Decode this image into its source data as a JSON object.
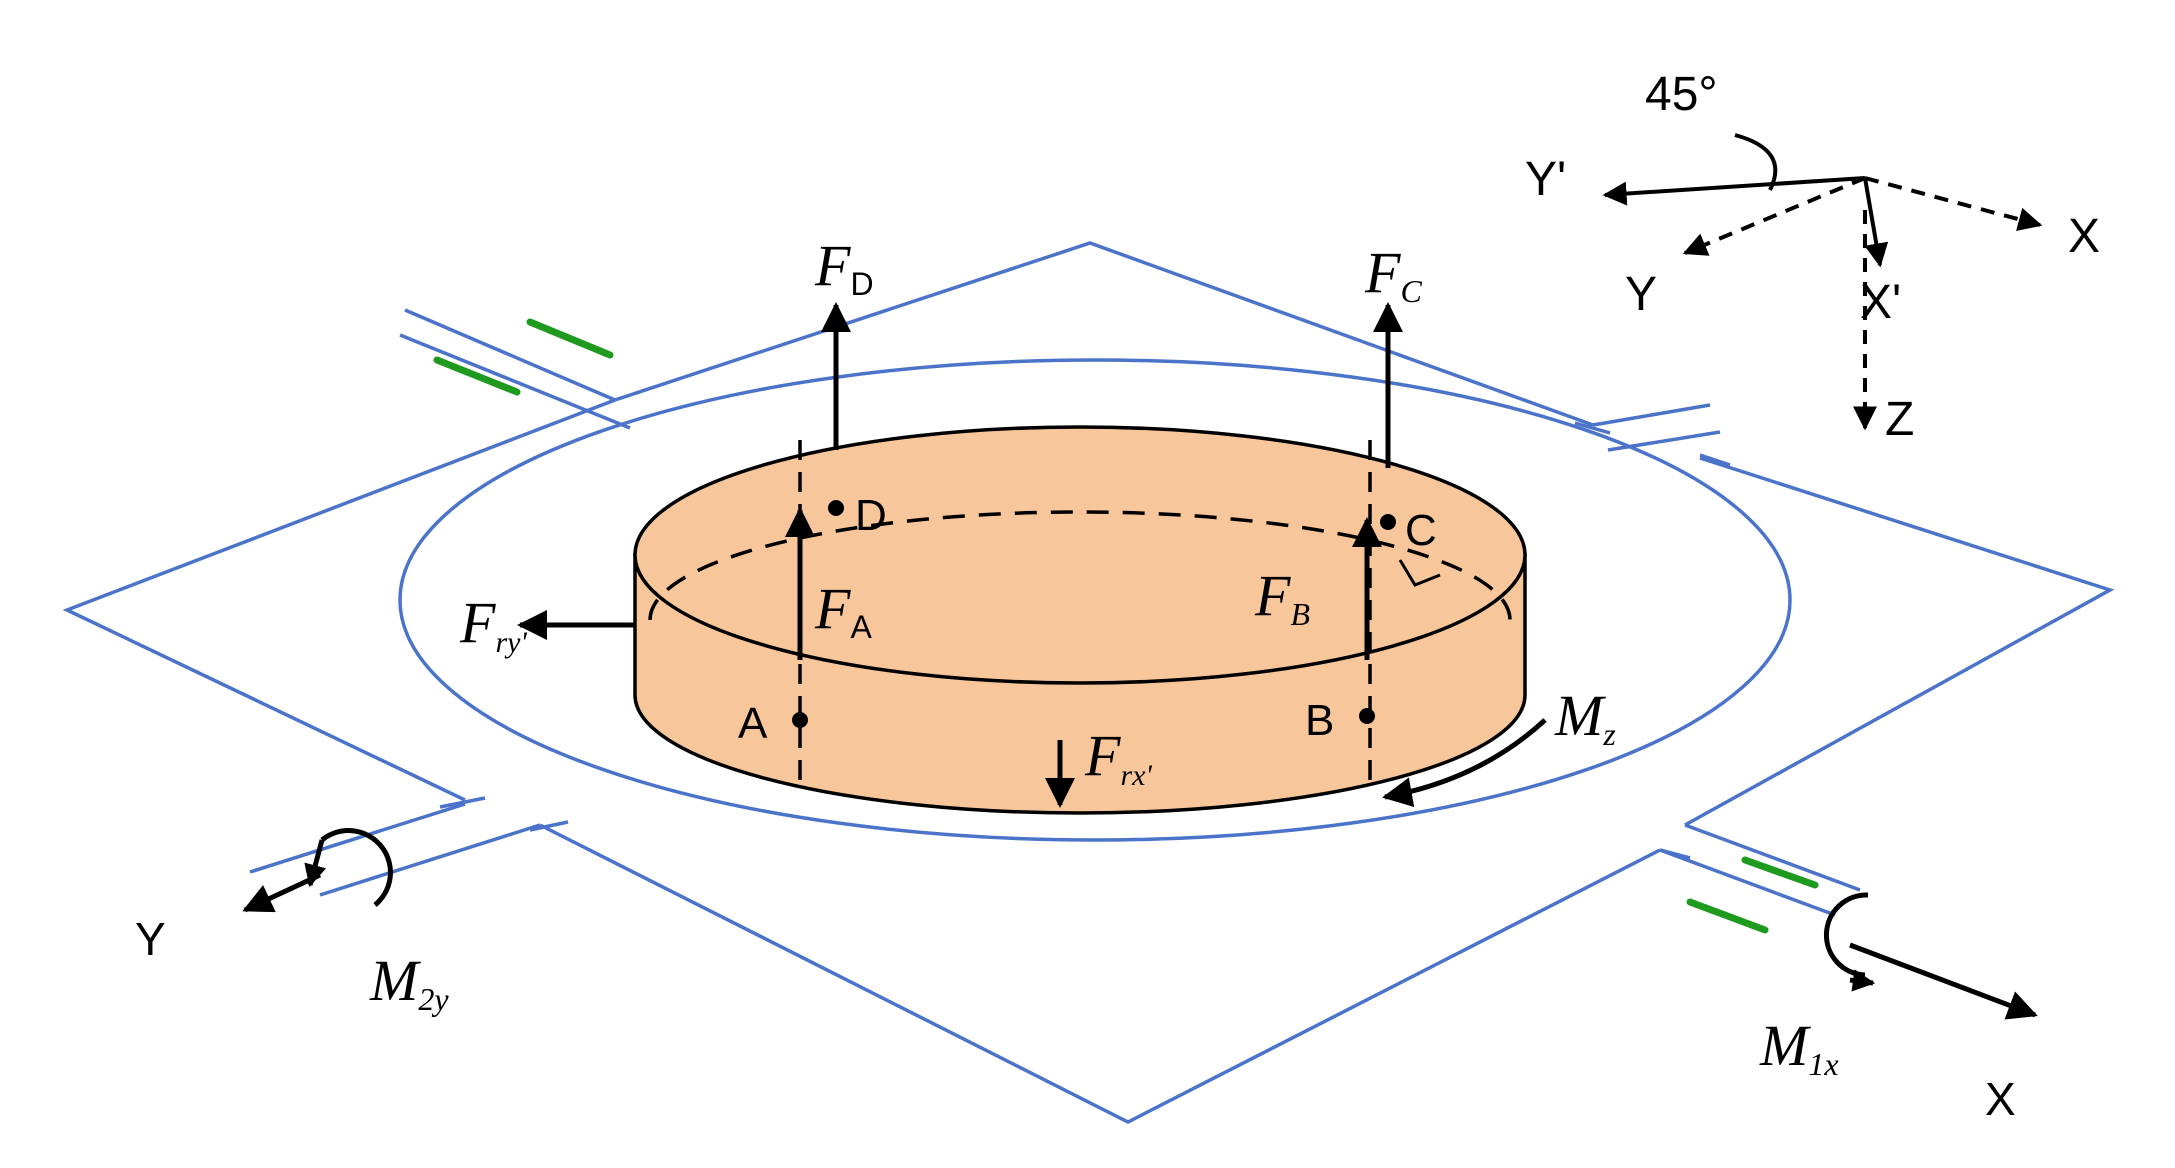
{
  "colors": {
    "frame": "#4a73c9",
    "disk_fill": "#f7c79b",
    "stroke": "#000000",
    "tick": "#1e9a1e"
  },
  "axes_inset": {
    "angle": "45°",
    "y_prime": "Y'",
    "x": "X",
    "y": "Y",
    "x_prime": "X'",
    "z": "Z"
  },
  "points": {
    "a": "A",
    "b": "B",
    "c": "C",
    "d": "D"
  },
  "forces": {
    "fd": {
      "main": "F",
      "sub": "D"
    },
    "fc": {
      "main": "F",
      "sub": "C"
    },
    "fa": {
      "main": "F",
      "sub": "A"
    },
    "fb": {
      "main": "F",
      "sub": "B"
    },
    "fry": {
      "main": "F",
      "sub": "ry'"
    },
    "frx": {
      "main": "F",
      "sub": "rx'"
    }
  },
  "moments": {
    "mz": {
      "main": "M",
      "sub": "z"
    },
    "m2y": {
      "main": "M",
      "sub": "2y"
    },
    "m1x": {
      "main": "M",
      "sub": "1x"
    }
  },
  "frame_axes": {
    "y": "Y",
    "x": "X"
  }
}
